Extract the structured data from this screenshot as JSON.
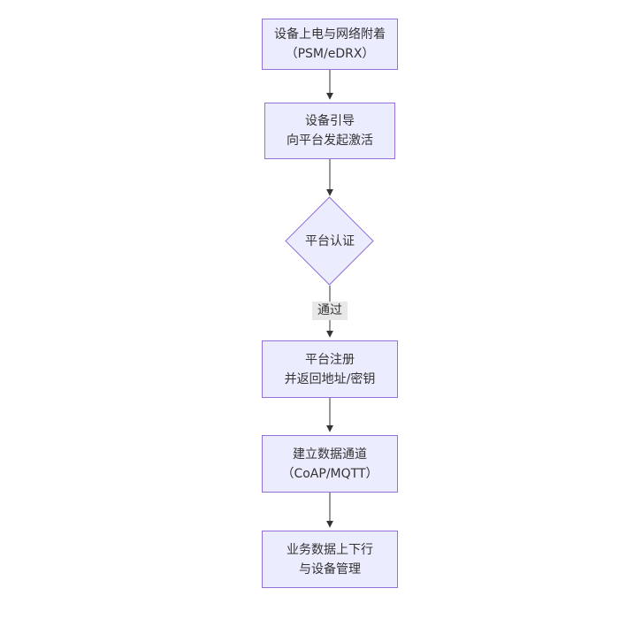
{
  "colors": {
    "background": "#ffffff",
    "node_fill": "#ececff",
    "node_border": "#9370db",
    "line": "#333333",
    "text": "#333333",
    "edge_label_bg": "#e8e8e8"
  },
  "nodes": {
    "power_attach": {
      "line1": "设备上电与网络附着",
      "line2": "（PSM/eDRX）"
    },
    "bootstrap": {
      "line1": "设备引导",
      "line2": "向平台发起激活"
    },
    "auth_decision": {
      "label": "平台认证"
    },
    "register": {
      "line1": "平台注册",
      "line2": "并返回地址/密钥"
    },
    "channel": {
      "line1": "建立数据通道",
      "line2": "（CoAP/MQTT）"
    },
    "business": {
      "line1": "业务数据上下行",
      "line2": "与设备管理"
    }
  },
  "edges": {
    "auth_pass_label": "通过"
  }
}
